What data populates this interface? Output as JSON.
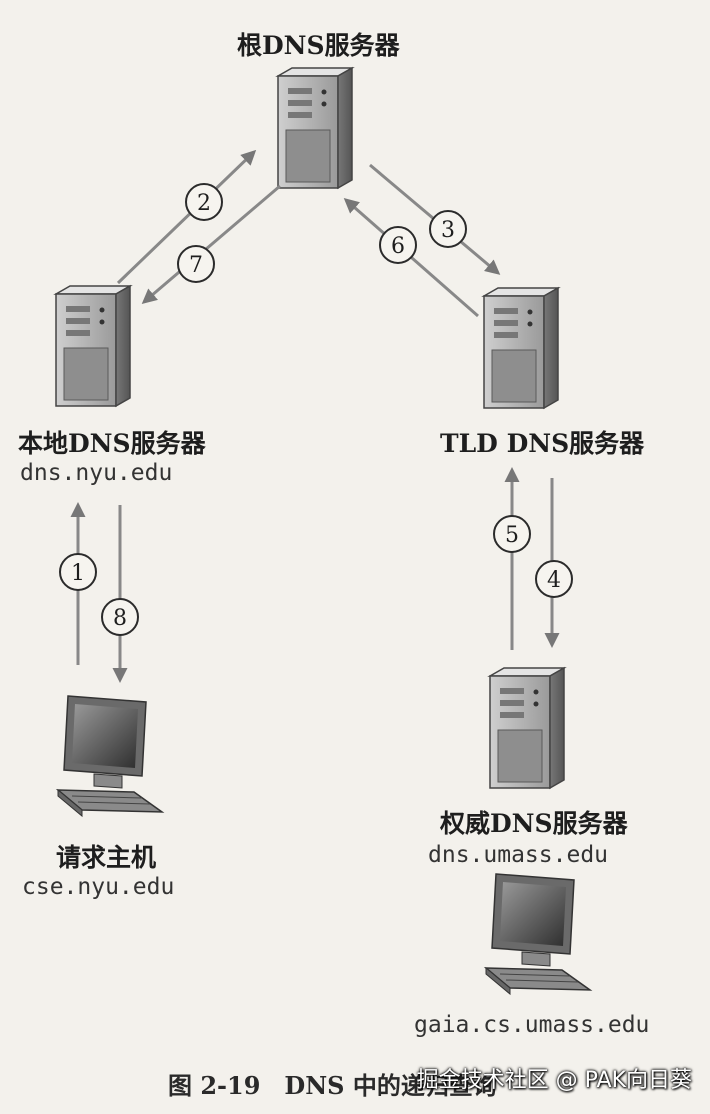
{
  "diagram": {
    "root_server": {
      "label": "根DNS服务器"
    },
    "local_server": {
      "label": "本地DNS服务器",
      "host": "dns.nyu.edu"
    },
    "tld_server": {
      "label": "TLD DNS服务器"
    },
    "auth_server": {
      "label": "权威DNS服务器",
      "host": "dns.umass.edu"
    },
    "requesting_host": {
      "label": "请求主机",
      "host": "cse.nyu.edu"
    },
    "target_host": {
      "host": "gaia.cs.umass.edu"
    },
    "steps": [
      "1",
      "2",
      "3",
      "4",
      "5",
      "6",
      "7",
      "8"
    ]
  },
  "caption": {
    "figure": "图 2-19",
    "text": "DNS 中的递归查询"
  },
  "watermark": "掘金技术社区 @ PAK向日葵"
}
